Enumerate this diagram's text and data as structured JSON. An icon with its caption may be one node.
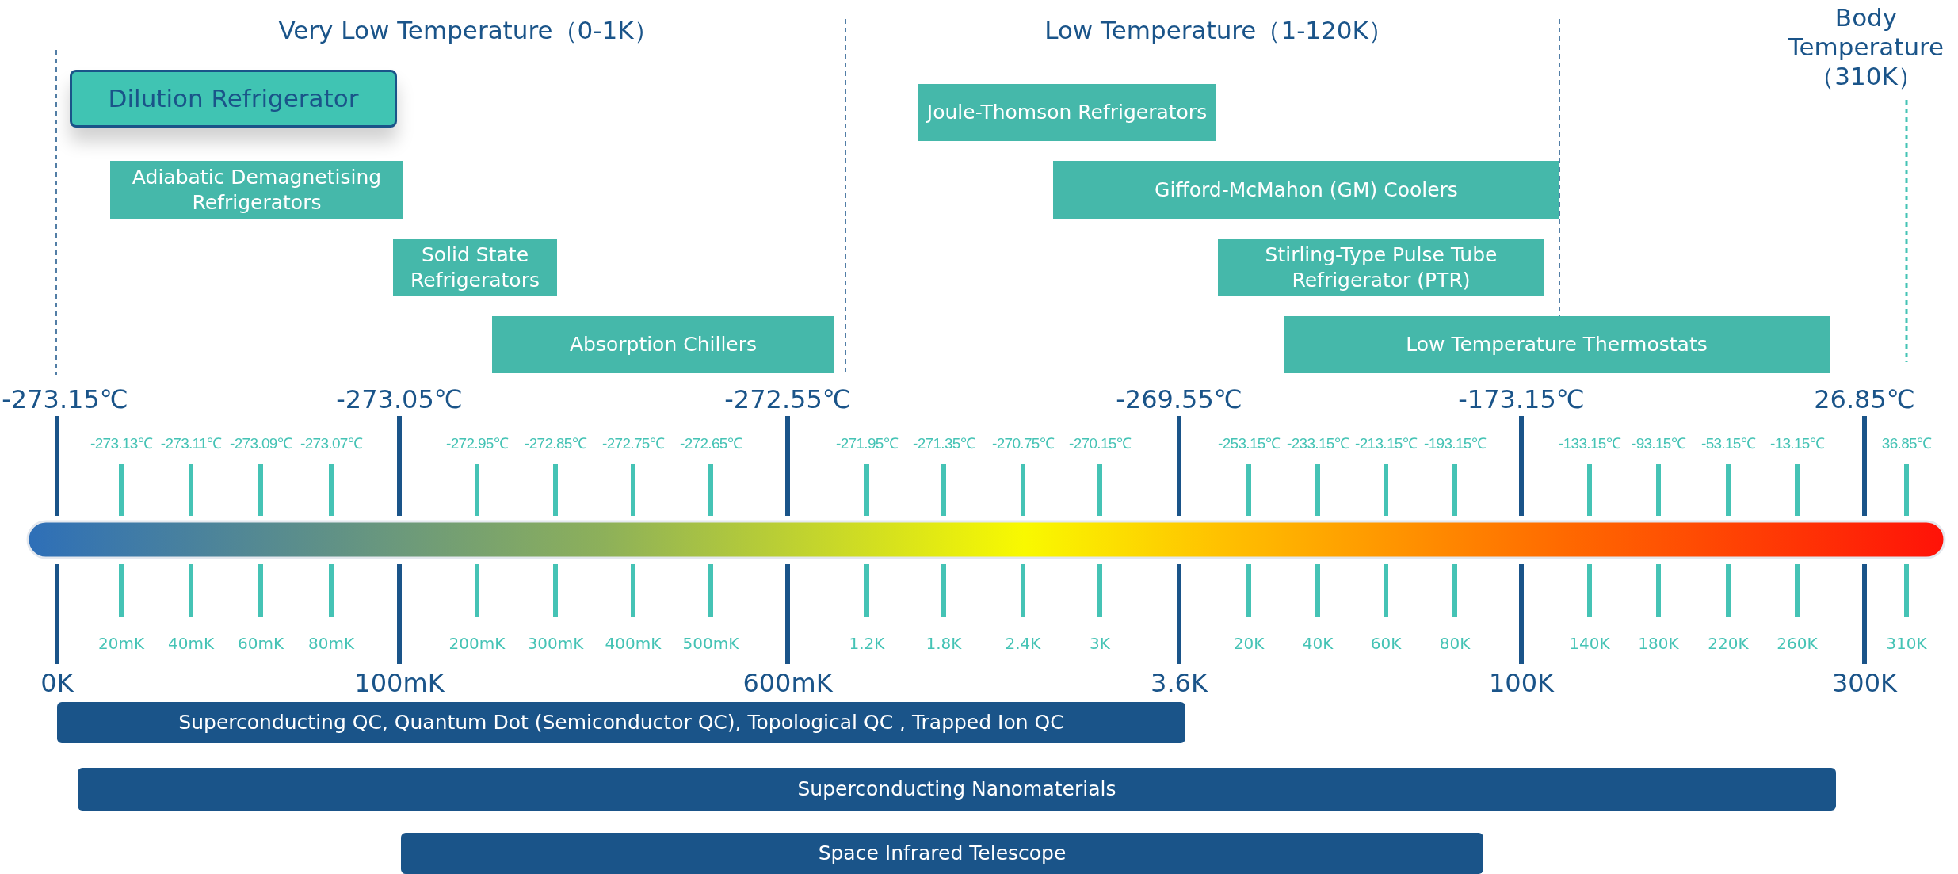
{
  "diagram": {
    "nodes": [
      {
        "text": [
          "Dilution Refrigerator"
        ]
      },
      {
        "text": [
          "Adiabatic Demagnetising Refrigerators"
        ]
      },
      {
        "text": [
          "Solid State Refrigerators"
        ]
      },
      {
        "text": [
          "Absorption Chillers"
        ]
      },
      {
        "text": [
          "Joule-Thomson Refrigerators"
        ]
      },
      {
        "text": [
          "Gifford-McMahon (GM) Coolers"
        ]
      },
      {
        "text": [
          "Stirling-Type Pulse Tube Refrigerator (PTR)"
        ]
      },
      {
        "text": [
          "Low Temperature Thermostats"
        ]
      },
      {
        "text": [
          "Superconducting QC, Quantum Dot (Semiconductor QC), Topological QC , Trapped Ion QC"
        ]
      },
      {
        "text": [
          "Superconducting Nanomaterials"
        ]
      },
      {
        "text": [
          "Space Infrared Telescope"
        ]
      }
    ],
    "edges": [],
    "labels": [
      "Very Low Temperature（0-1K）",
      "Low Temperature（1-120K）",
      "Body Temperature（310K）",
      "-273.15℃",
      "-273.05℃",
      "-272.55℃",
      "-269.55℃",
      "-173.15℃",
      "26.85℃",
      "-273.13℃",
      "-273.11℃",
      "-273.09℃",
      "-273.07℃",
      "-272.95℃",
      "-272.85℃",
      "-272.75℃",
      "-272.65℃",
      "-271.95℃",
      "-271.35℃",
      "-270.75℃",
      "-270.15℃",
      "-253.15℃",
      "-233.15℃",
      "-213.15℃",
      "-193.15℃",
      "-133.15℃",
      "-93.15℃",
      "-53.15℃",
      "-13.15℃",
      "36.85℃",
      "20mK",
      "40mK",
      "60mK",
      "80mK",
      "200mK",
      "300mK",
      "400mK",
      "500mK",
      "1.2K",
      "1.8K",
      "2.4K",
      "3K",
      "20K",
      "40K",
      "60K",
      "80K",
      "140K",
      "180K",
      "220K",
      "260K",
      "310K",
      "0K",
      "100mK",
      "600mK",
      "3.6K",
      "100K",
      "300K"
    ]
  }
}
